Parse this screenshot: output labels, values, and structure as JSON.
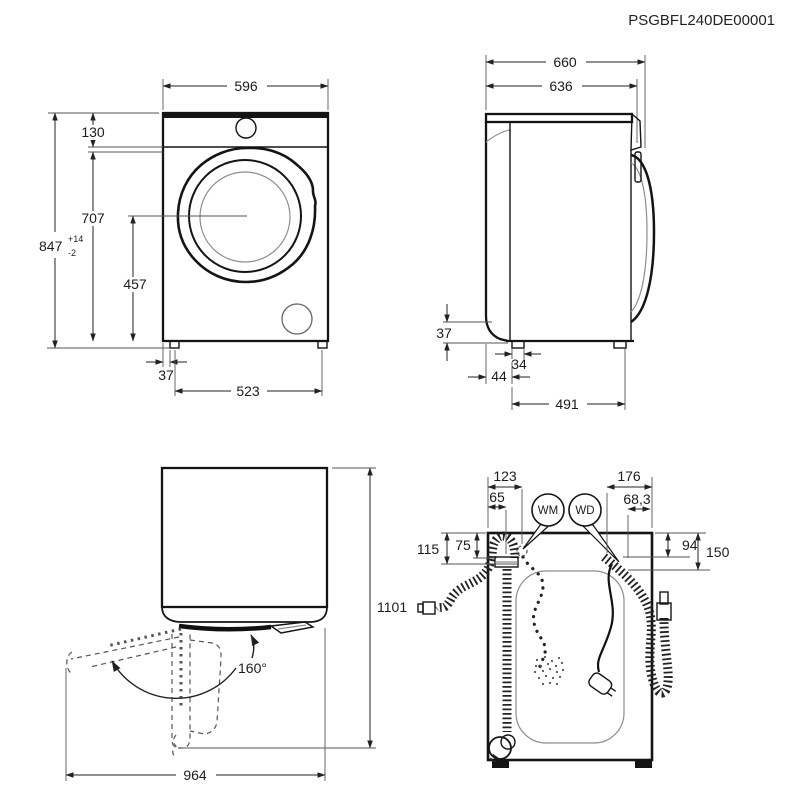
{
  "title": "PSGBFL240DE00001",
  "front": {
    "width": "596",
    "band_height": "130",
    "height": "847",
    "height_tol_plus": "+14",
    "height_tol_minus": "-2",
    "band_to_floor": "707",
    "door_center_height": "457",
    "foot_offset": "37",
    "foot_spacing": "523"
  },
  "side": {
    "depth": "660",
    "body_depth": "636",
    "rear_gap": "37",
    "foot_length": "34",
    "rear_offset": "44",
    "foot_spacing": "491"
  },
  "door_open": {
    "depth_open": "1101",
    "swing_angle": "160°",
    "width_open": "964"
  },
  "rear": {
    "wm_offset": "123",
    "inlet_offset": "65",
    "wm_callout": "WM",
    "wd_callout": "WD",
    "wd_offset": "176",
    "cord_offset": "68,3",
    "left_depth_outer": "115",
    "left_depth_inner": "75",
    "right_depth_inner": "94",
    "right_depth_outer": "150"
  }
}
